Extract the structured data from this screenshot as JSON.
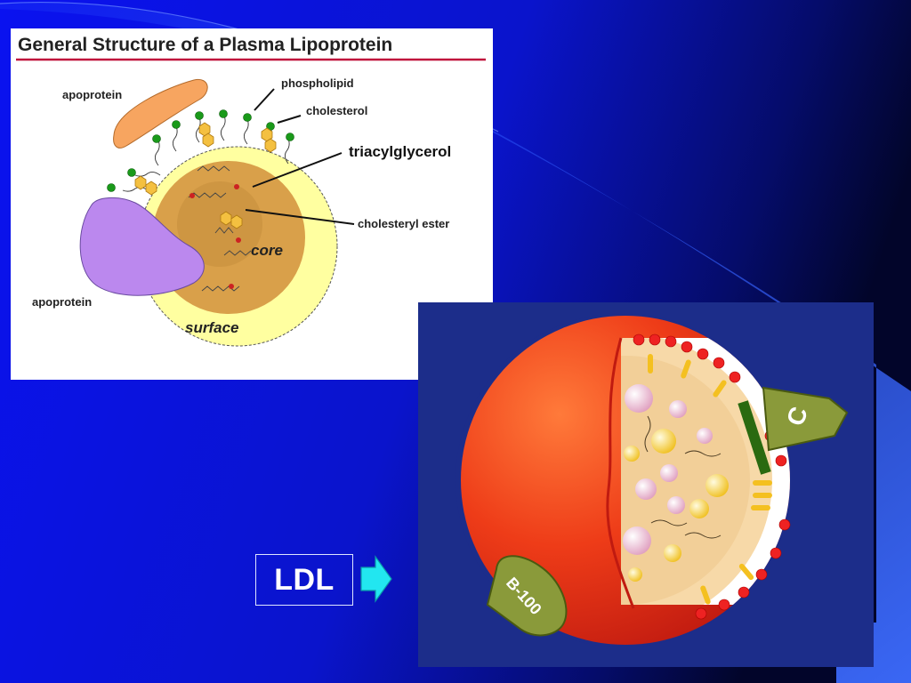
{
  "diagram": {
    "title": "General Structure of a Plasma Lipoprotein",
    "labels": {
      "apoprotein_top": "apoprotein",
      "phospholipid": "phospholipid",
      "cholesterol": "cholesterol",
      "triacylglycerol": "triacylglycerol",
      "cholesteryl_ester": "cholesteryl ester",
      "core": "core",
      "surface": "surface",
      "apoprotein_bottom": "apoprotein"
    }
  },
  "ldl_model": {
    "tag_c": "C",
    "tag_b100": "B-100"
  },
  "callout": {
    "label": "LDL"
  },
  "colors": {
    "background": "#0a14e0",
    "title_rule": "#c0133c",
    "surface": "#ffffa0",
    "core": "#d9a04a",
    "apoprotein_top": "#f7a560",
    "apoprotein_bottom": "#bb88ee",
    "ldl_sphere": "#e8341a",
    "arrow": "#22e6f0"
  },
  "icons": {
    "ldl_arrow": "right-arrow-icon"
  }
}
